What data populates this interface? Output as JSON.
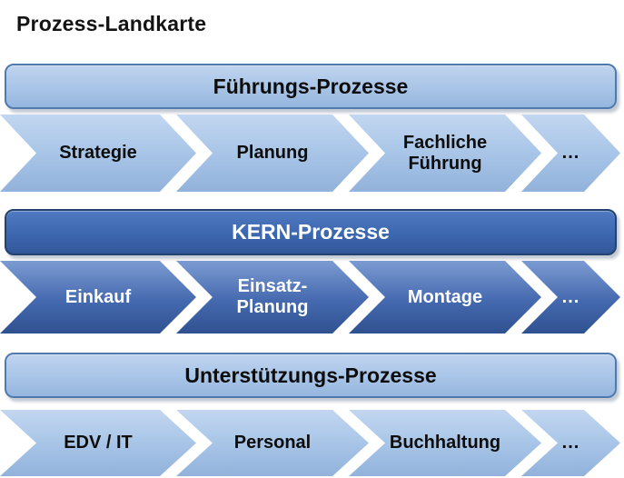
{
  "title": "Prozess-Landkarte",
  "colors": {
    "light_band_fill_top": "#c0d4ef",
    "light_band_fill_bottom": "#96b6de",
    "light_band_border": "#4f7aae",
    "dark_band_fill_top": "#4f79c0",
    "dark_band_fill_bottom": "#32569a",
    "dark_band_border": "#24426e",
    "light_text": "#0d0d0d",
    "dark_band_text": "#ffffff",
    "background": "#ffffff"
  },
  "bands": [
    {
      "header": "Führungs-Prozesse",
      "style": "light",
      "steps": [
        "Strategie",
        "Planung",
        "Fachliche Führung",
        "..."
      ]
    },
    {
      "header": "KERN-Prozesse",
      "style": "dark",
      "steps": [
        "Einkauf",
        "Einsatz-Planung",
        "Montage",
        "..."
      ]
    },
    {
      "header": "Unterstützungs-Prozesse",
      "style": "light",
      "steps": [
        "EDV / IT",
        "Personal",
        "Buchhaltung",
        "..."
      ]
    }
  ]
}
